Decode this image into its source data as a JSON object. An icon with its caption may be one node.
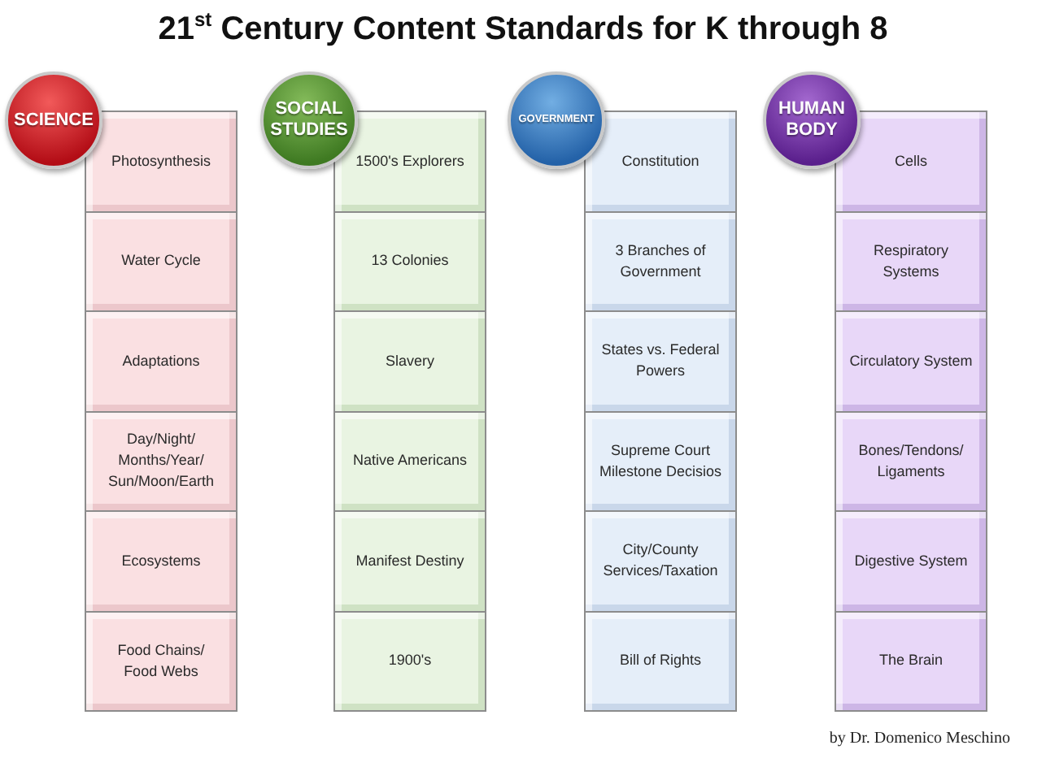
{
  "diagram": {
    "title": "21$^{st}$ Century Content Standards for K through 8",
    "nodes": [
      {
        "text": [
          "SCIENCE"
        ]
      },
      {
        "text": [
          "Photosynthesis"
        ]
      },
      {
        "text": [
          "Water Cycle"
        ]
      },
      {
        "text": [
          "Adaptations"
        ]
      },
      {
        "text": [
          "Day/Night/ Months/Year/ Sun/Moon/Earth"
        ]
      },
      {
        "text": [
          "Ecosystems"
        ]
      },
      {
        "text": [
          "Food Chains/ Food Webs"
        ]
      },
      {
        "text": [
          "SOCIAL STUDIES"
        ]
      },
      {
        "text": [
          "1500's Explorers"
        ]
      },
      {
        "text": [
          "13 Colonies"
        ]
      },
      {
        "text": [
          "Slavery"
        ]
      },
      {
        "text": [
          "Native Americans"
        ]
      },
      {
        "text": [
          "Manifest Destiny"
        ]
      },
      {
        "text": [
          "1900's"
        ]
      },
      {
        "text": [
          "GOVERNMENT"
        ]
      },
      {
        "text": [
          "Constitution"
        ]
      },
      {
        "text": [
          "3 Branches of Government"
        ]
      },
      {
        "text": [
          "States vs. Federal Powers"
        ]
      },
      {
        "text": [
          "Supreme Court Milestone Decisios"
        ]
      },
      {
        "text": [
          "City/County Services/Taxation"
        ]
      },
      {
        "text": [
          "Bill of Rights"
        ]
      },
      {
        "text": [
          "HUMAN BODY"
        ]
      },
      {
        "text": [
          "Cells"
        ]
      },
      {
        "text": [
          "Respiratory Systems"
        ]
      },
      {
        "text": [
          "Circulatory System"
        ]
      },
      {
        "text": [
          "Bones/Tendons/ Ligaments"
        ]
      },
      {
        "text": [
          "Digestive System"
        ]
      },
      {
        "text": [
          "The Brain"
        ]
      }
    ],
    "caption": "by Dr. Domenico Meschino"
  }
}
